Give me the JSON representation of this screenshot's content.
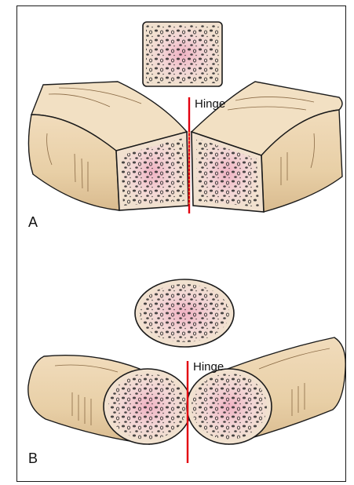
{
  "panels": [
    {
      "letter": "A",
      "hinge_label": "Hinge"
    },
    {
      "letter": "B",
      "hinge_label": "Hinge"
    }
  ],
  "colors": {
    "bone_shaft": "#ecd5b0",
    "bone_shadow": "#d2b487",
    "marrow": "#f3e3d6",
    "marrow_pink": "#f1b8c6",
    "hinge_line": "#e3000f",
    "outline": "#1a1a1a"
  }
}
